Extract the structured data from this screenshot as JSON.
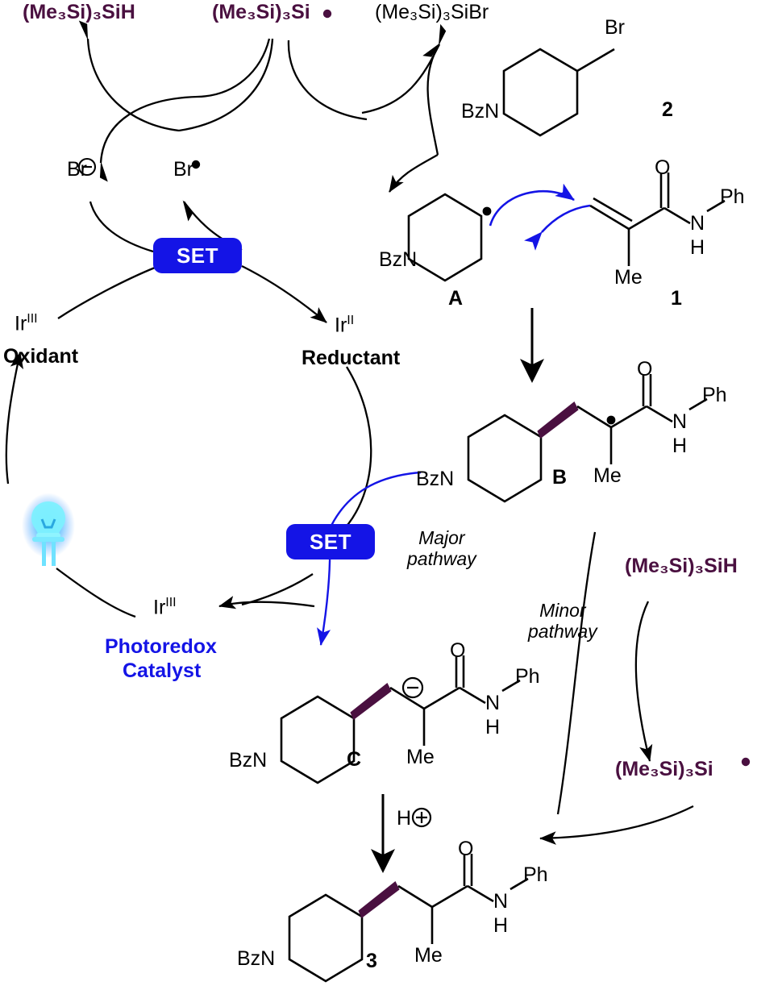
{
  "figure": {
    "kind": "reaction-mechanism-scheme",
    "title": "Photoredox radical hydroalkylation catalytic cycle",
    "colors": {
      "silane_maroon": "#4a1040",
      "set_box_blue": "#1414e6",
      "electron_arrow_blue": "#1414e6",
      "wedge_bond_maroon": "#4a1040",
      "bulb_glow_cyan": "#3cd7ff",
      "structure_black": "#000000"
    }
  },
  "reagents": {
    "silane_hydride_top": "(Me₃Si)₃SiH",
    "silyl_radical_top": "(Me₃Si)₃Si",
    "silyl_bromide_top": "(Me₃Si)₃SiBr",
    "silane_hydride_right": "(Me₃Si)₃SiH",
    "silyl_radical_right": "(Me₃Si)₃Si"
  },
  "catalytic_cycle": {
    "bromide_anion": "Br",
    "bromide_anion_charge": "⊖",
    "bromine_radical": "Br",
    "oxidant_state": "Ir",
    "oxidant_oxidation": "III",
    "oxidant_label": "Oxidant",
    "reductant_state": "Ir",
    "reductant_oxidation": "II",
    "reductant_label": "Reductant",
    "ground_state": "Ir",
    "ground_state_oxidation": "III",
    "catalyst_label_line1": "Photoredox",
    "catalyst_label_line2": "Catalyst",
    "set_upper": "SET",
    "set_lower": "SET",
    "light_source": "blue-led-bulb"
  },
  "pathways": {
    "major_line1": "Major",
    "major_line2": "pathway",
    "minor_line1": "Minor",
    "minor_line2": "pathway"
  },
  "structures": {
    "bromide_2": {
      "label": "2",
      "n_substituent": "BzN",
      "halide": "Br",
      "description": "N-benzoyl-4-bromopiperidine"
    },
    "radical_A": {
      "label": "A",
      "n_substituent": "BzN",
      "radical_dot": "•",
      "description": "N-benzoylpiperidin-4-yl radical"
    },
    "acceptor_1": {
      "label": "1",
      "carbonyl_o": "O",
      "amide_n": "N",
      "amide_h": "H",
      "aryl": "Ph",
      "methyl": "Me",
      "description": "N-phenyl methacrylamide"
    },
    "radical_B": {
      "label": "B",
      "n_substituent": "BzN",
      "carbonyl_o": "O",
      "amide_n": "N",
      "amide_h": "H",
      "aryl": "Ph",
      "methyl": "Me",
      "radical_dot": "•"
    },
    "carbanion_C": {
      "label": "C",
      "n_substituent": "BzN",
      "carbonyl_o": "O",
      "amide_n": "N",
      "amide_h": "H",
      "aryl": "Ph",
      "methyl": "Me",
      "charge": "⊖"
    },
    "product_3": {
      "label": "3",
      "n_substituent": "BzN",
      "carbonyl_o": "O",
      "amide_n": "N",
      "amide_h": "H",
      "aryl": "Ph",
      "methyl": "Me"
    }
  },
  "protonation": {
    "proton": "H",
    "charge": "⊕"
  }
}
